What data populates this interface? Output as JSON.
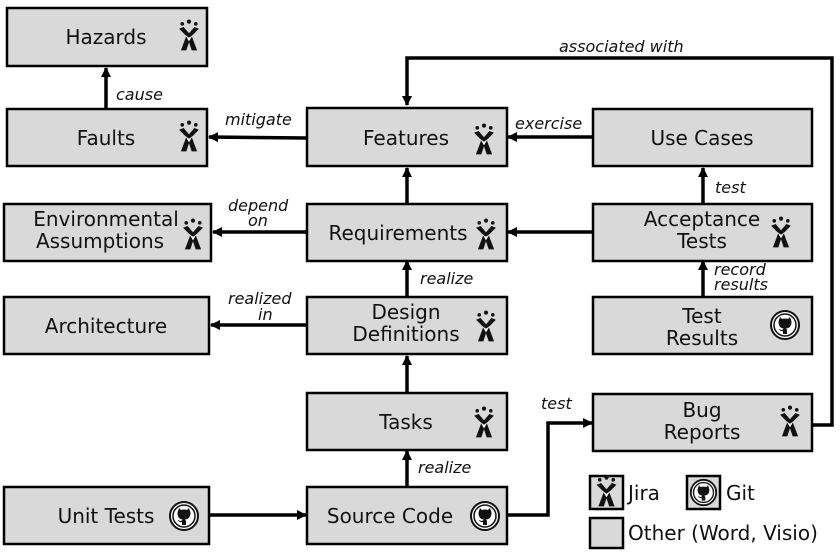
{
  "nodes": {
    "hazards": "Hazards",
    "faults": "Faults",
    "features": "Features",
    "use_cases": "Use Cases",
    "env_1": "Environmental",
    "env_2": "Assumptions",
    "requirements": "Requirements",
    "acceptance_1": "Acceptance",
    "acceptance_2": "Tests",
    "architecture": "Architecture",
    "design_1": "Design",
    "design_2": "Definitions",
    "test_results_1": "Test",
    "test_results_2": "Results",
    "tasks": "Tasks",
    "bug_1": "Bug",
    "bug_2": "Reports",
    "unit_tests": "Unit Tests",
    "source_code": "Source Code"
  },
  "edges": {
    "associated_with": "associated with",
    "cause": "cause",
    "mitigate": "mitigate",
    "exercise": "exercise",
    "test_top": "test",
    "depend_1": "depend",
    "depend_2": "on",
    "realize_req": "realize",
    "record_1": "record",
    "record_2": "results",
    "realized_1": "realized",
    "realized_2": "in",
    "test_bug": "test",
    "realize_src": "realize"
  },
  "legend": {
    "jira": "Jira",
    "git": "Git",
    "other": "Other (Word, Visio)"
  },
  "icons": {
    "jira": "jira-icon",
    "git": "git-icon"
  },
  "colors": {
    "box_fill": "#d9d9d9",
    "stroke": "#000000"
  }
}
